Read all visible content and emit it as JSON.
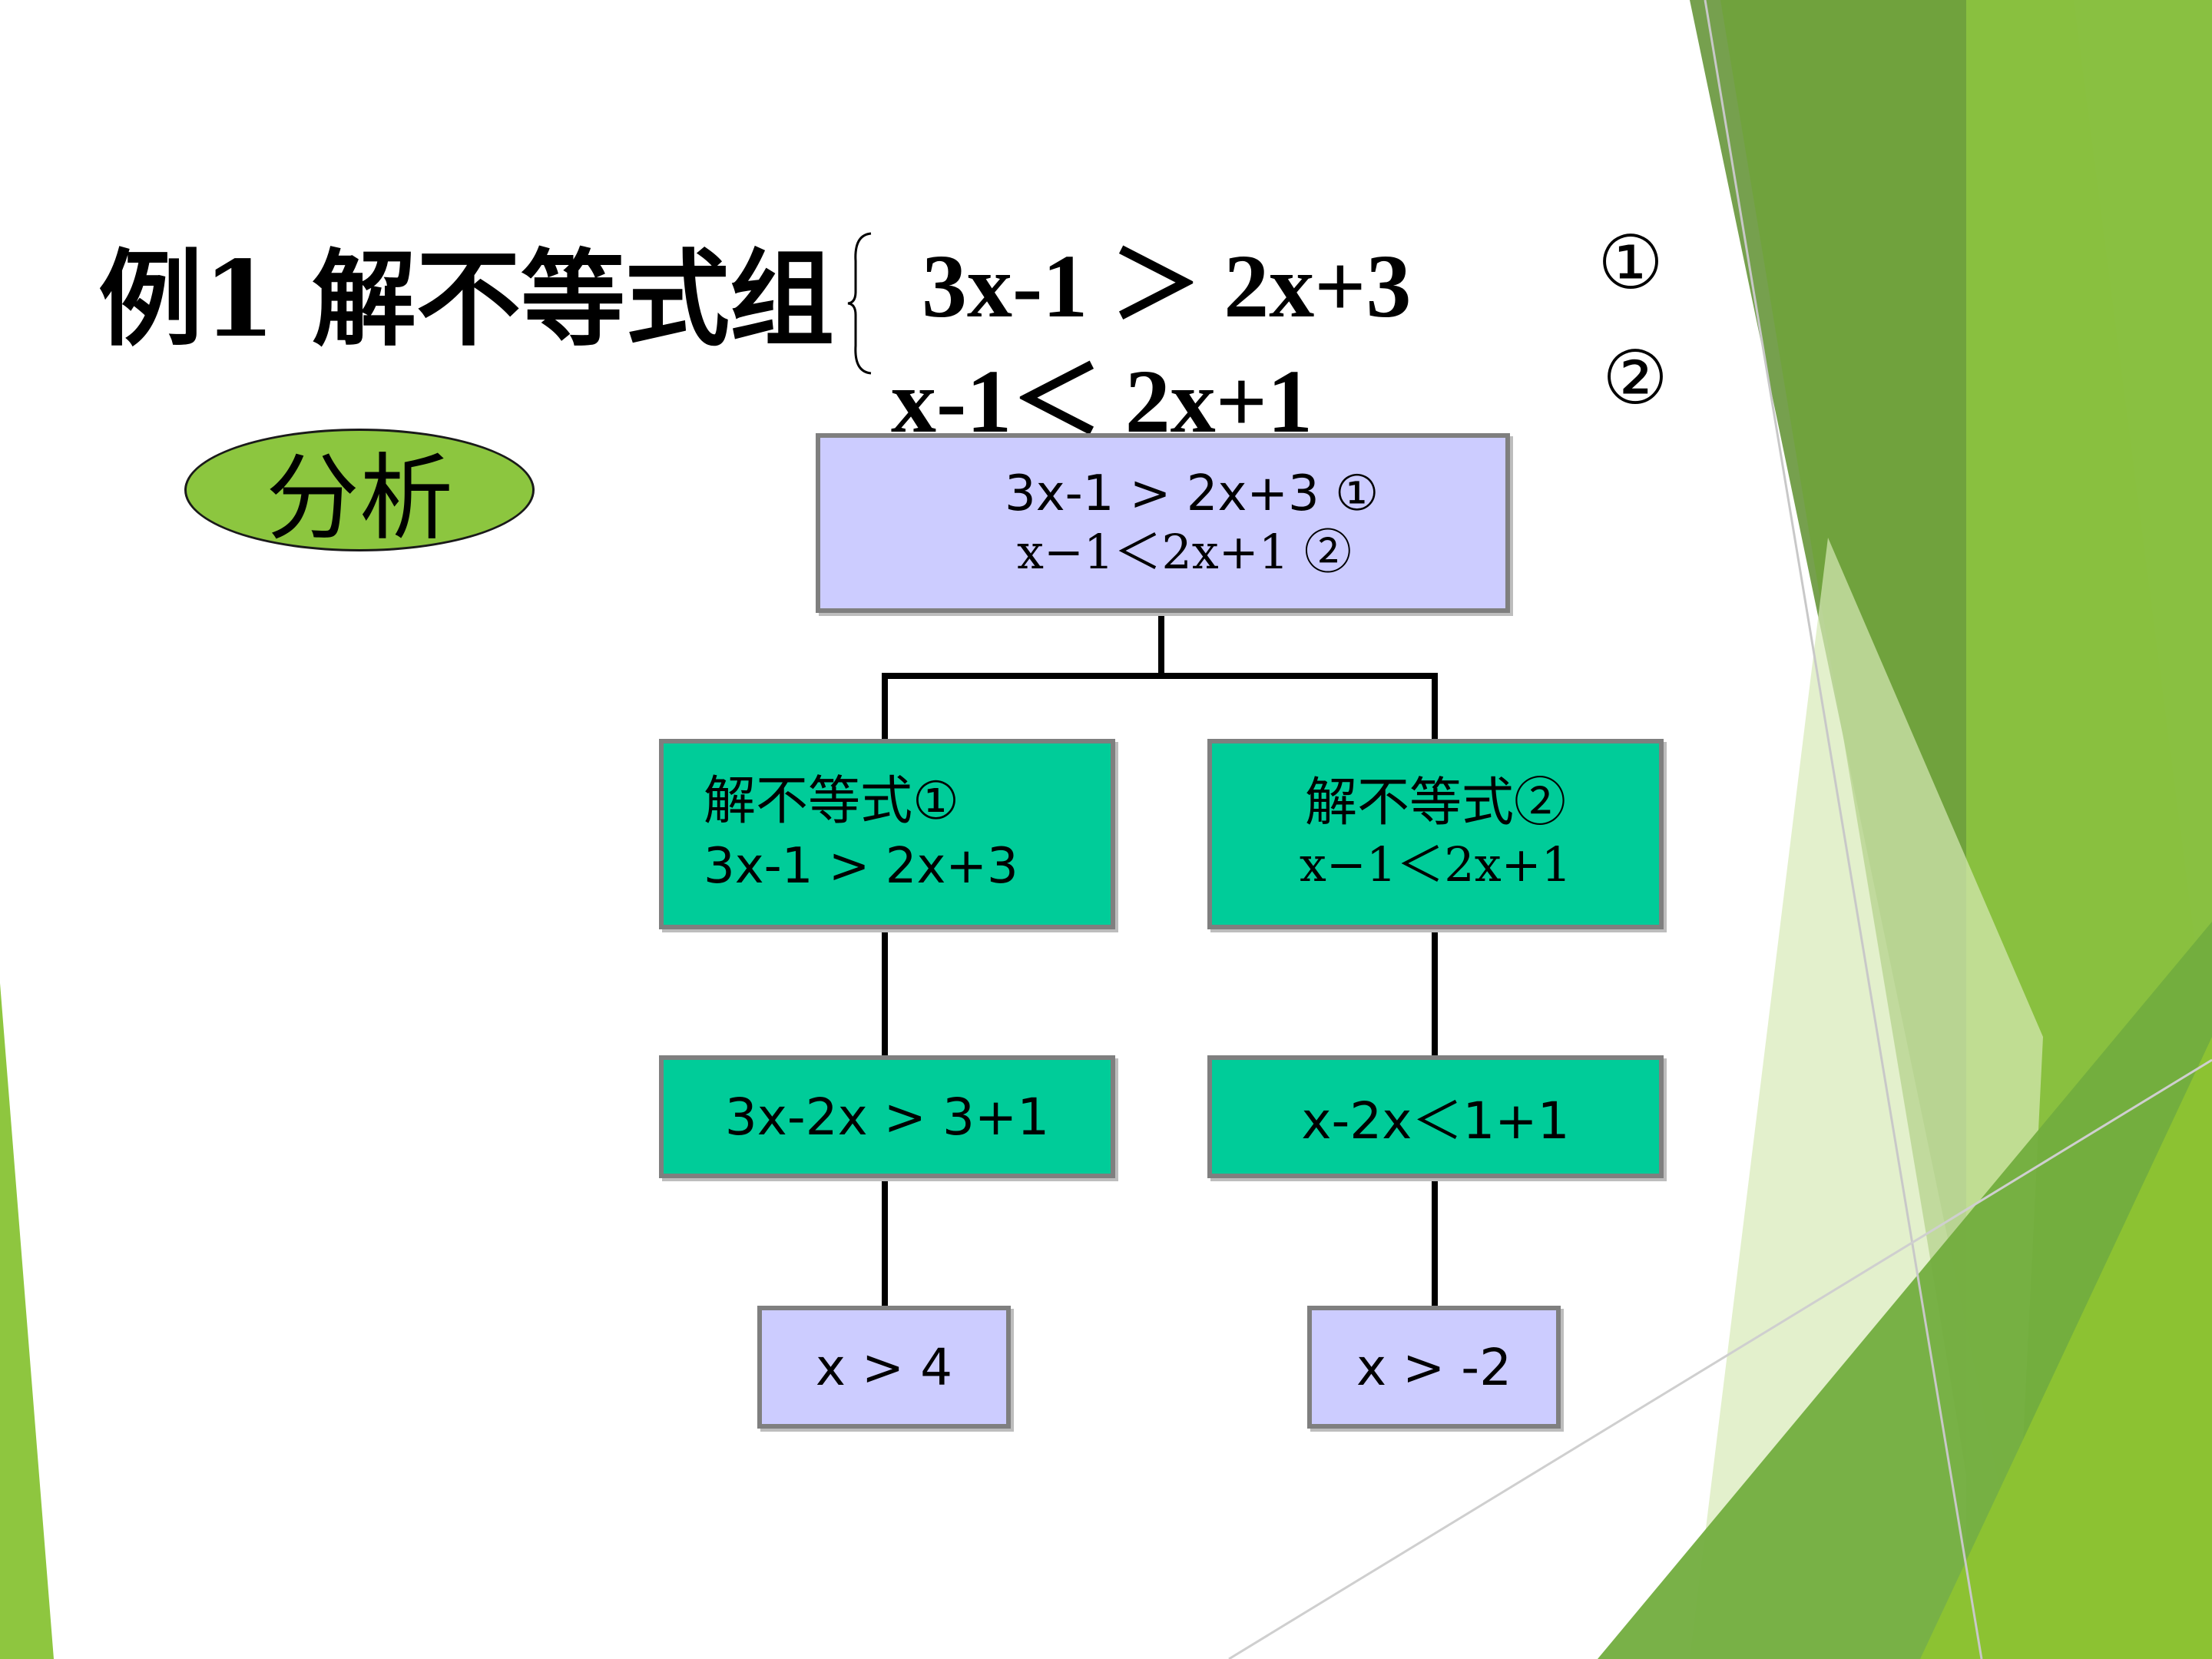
{
  "title": "例1 解不等式组",
  "system": {
    "eq1": "3x-1 ＞ 2x+3",
    "eq1_mark": "①",
    "eq2": "x-1＜ 2x+1",
    "eq2_mark": "②"
  },
  "badge": "分析",
  "flow": {
    "top": {
      "line1": "3x-1 > 2x+3 ①",
      "line2": "x−1＜2x+1 ②"
    },
    "left": {
      "step1_line1": "解不等式①",
      "step1_line2": "3x-1 > 2x+3",
      "step2": "3x-2x > 3+1",
      "result": "x > 4"
    },
    "right": {
      "step1_line1": "解不等式②",
      "step1_line2": "x−1＜2x+1",
      "step2": "x-2x＜1+1",
      "result": "x > -2"
    }
  },
  "colors": {
    "box_violet": "#ccccff",
    "box_teal": "#00cc99",
    "badge_green": "#8cc63f",
    "accent_green": "#7ab648"
  }
}
